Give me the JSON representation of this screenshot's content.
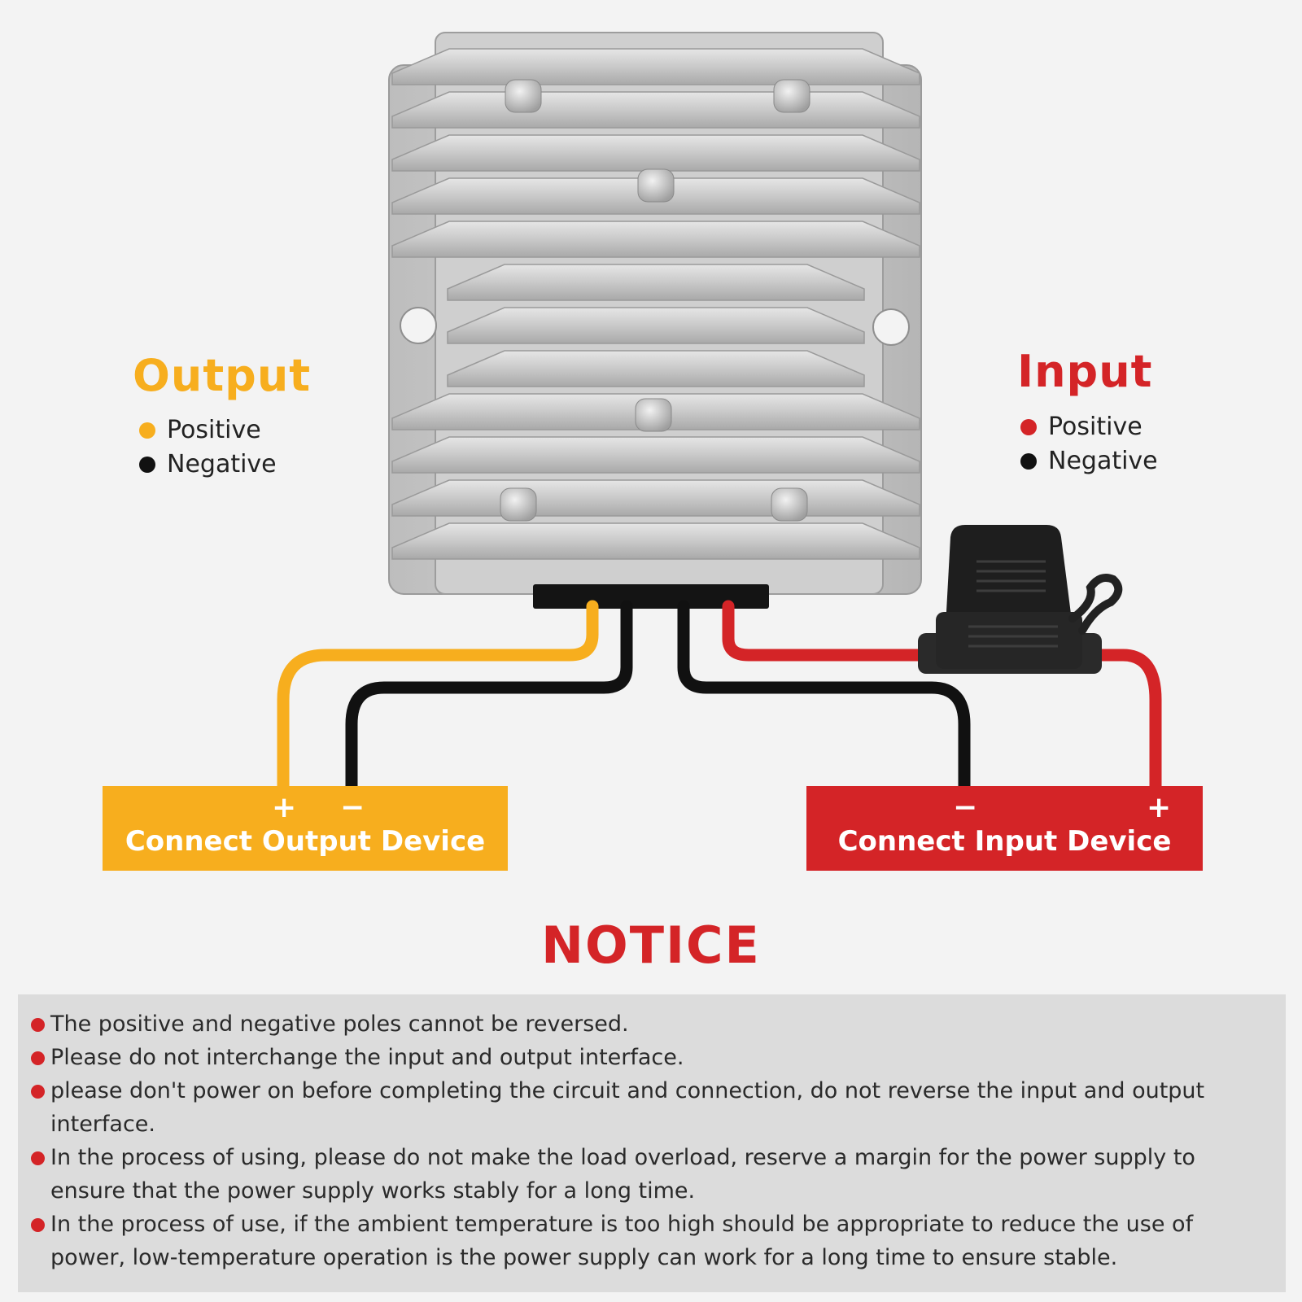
{
  "colors": {
    "output": "#f7ae1e",
    "input": "#d42427",
    "negative": "#111111",
    "notice_bg": "#dcdcdc"
  },
  "output_legend": {
    "title": "Output",
    "positive": "Positive",
    "negative": "Negative"
  },
  "input_legend": {
    "title": "Input",
    "positive": "Positive",
    "negative": "Negative"
  },
  "output_device": {
    "plus": "+",
    "minus": "−",
    "label": "Connect Output Device"
  },
  "input_device": {
    "minus": "−",
    "plus": "+",
    "label": "Connect Input Device"
  },
  "notice": {
    "title": "NOTICE",
    "items": [
      "The positive and negative poles cannot be reversed.",
      "Please do not interchange the input and output interface.",
      "please don't power on before completing the circuit and connection, do not reverse the input and output interface.",
      "In the process of using, please do not make the load overload, reserve a margin for the power supply to ensure that the power supply works stably for a long time.",
      "In the process of use, if the ambient temperature is too high should be appropriate to reduce the use of power, low-temperature operation is the power supply can work for a long time to ensure stable."
    ]
  }
}
